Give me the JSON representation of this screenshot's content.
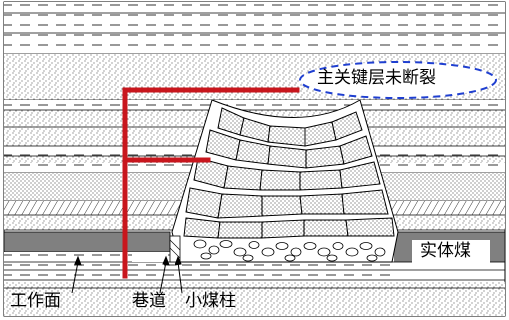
{
  "labels": {
    "key_layer_unbroken": "主关键层未断裂",
    "solid_coal": "实体煤",
    "working_face": "工作面",
    "roadway": "巷道",
    "small_coal_pillar": "小煤柱"
  },
  "colors": {
    "pillar_line": "#c8161d",
    "ellipse": "#1f3fd0",
    "coal_seam": "#808080",
    "stroke": "#000000"
  }
}
